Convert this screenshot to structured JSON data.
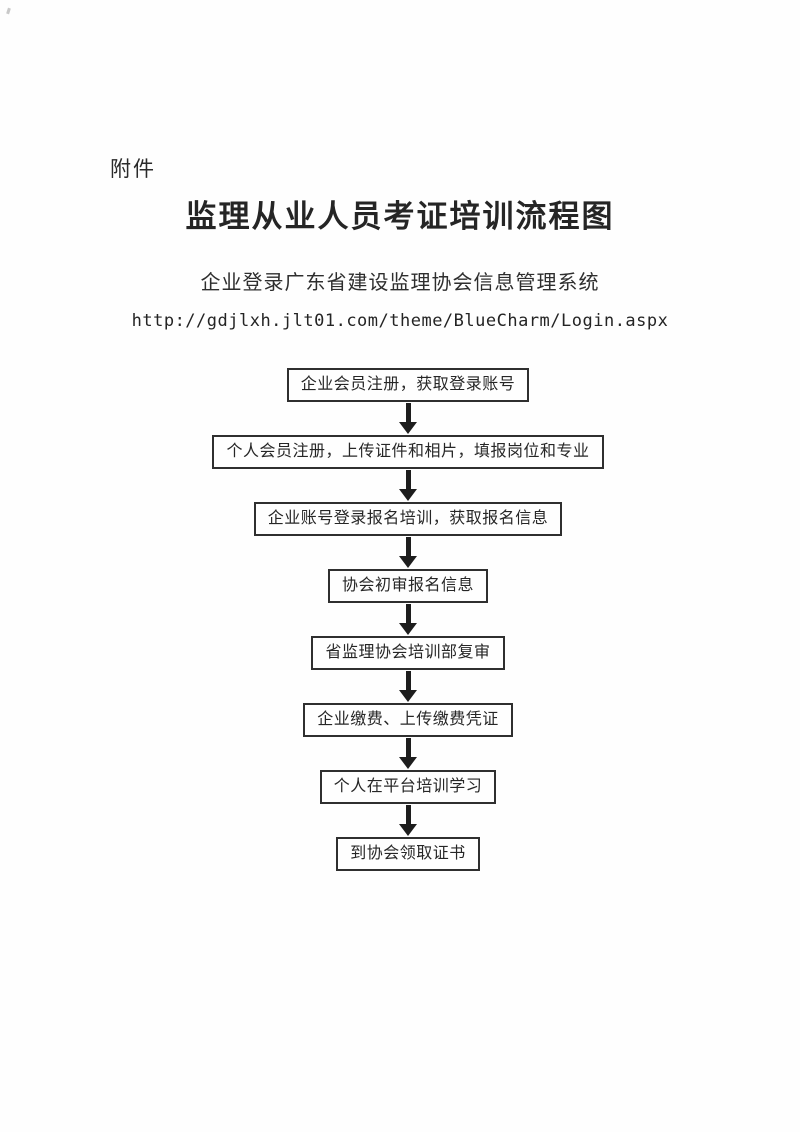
{
  "page": {
    "attachment_label": "附件",
    "title": "监理从业人员考证培训流程图",
    "subtitle": "企业登录广东省建设监理协会信息管理系统",
    "url": "http://gdjlxh.jlt01.com/theme/BlueCharm/Login.aspx"
  },
  "flowchart": {
    "steps": [
      {
        "label": "企业会员注册，获取登录账号"
      },
      {
        "label": "个人会员注册，上传证件和相片，填报岗位和专业"
      },
      {
        "label": "企业账号登录报名培训，获取报名信息"
      },
      {
        "label": "协会初审报名信息"
      },
      {
        "label": "省监理协会培训部复审"
      },
      {
        "label": "企业缴费、上传缴费凭证"
      },
      {
        "label": "个人在平台培训学习"
      },
      {
        "label": "到协会领取证书"
      }
    ]
  },
  "colors": {
    "ink": "#262626",
    "box_border": "#2f2f2f",
    "arrow": "#1d1d1d",
    "paper": "#fefefe"
  }
}
